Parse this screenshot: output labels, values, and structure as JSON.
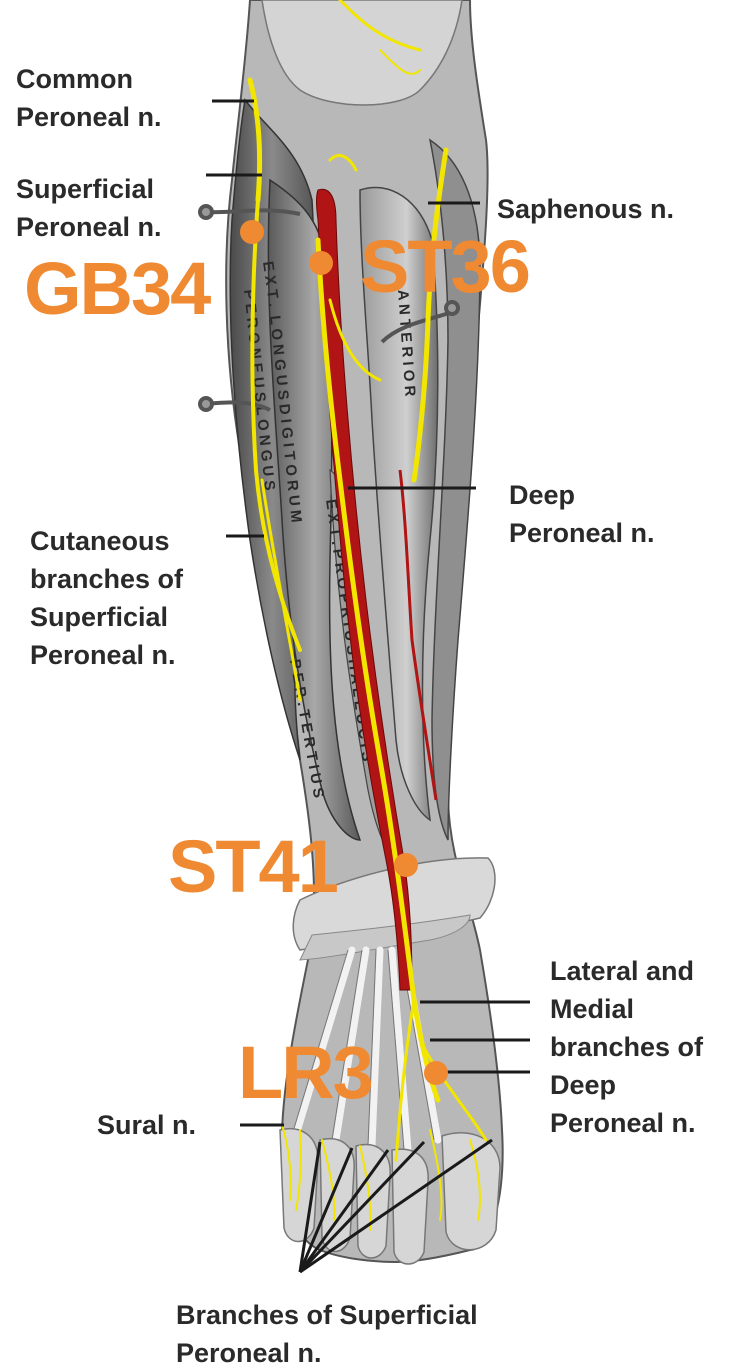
{
  "colors": {
    "nerve": "#f2e600",
    "artery": "#b01414",
    "acupoint": "#ef8a32",
    "label_text": "#2a2a2a",
    "leader_line": "#1a1a1a",
    "muscle_dark": "#6a6a6a",
    "muscle_light": "#d9d9d9"
  },
  "figure": "anterior lower leg and dorsum of foot, nerve anatomy with acupuncture points",
  "nerve_labels": {
    "common_peroneal": [
      "Common",
      "Peroneal n."
    ],
    "superficial_peroneal": [
      "Superficial",
      "Peroneal n."
    ],
    "saphenous": [
      "Saphenous n."
    ],
    "deep_peroneal": [
      "Deep",
      "Peroneal n."
    ],
    "cutaneous_branches": [
      "Cutaneous",
      "branches of",
      "Superficial",
      "Peroneal n."
    ],
    "lateral_medial_branches": [
      "Lateral and",
      "Medial",
      "branches of",
      "Deep",
      "Peroneal n."
    ],
    "sural": [
      "Sural n."
    ],
    "branches_superficial": [
      "Branches of Superficial",
      "Peroneal n."
    ]
  },
  "acupoints": [
    {
      "id": "GB34",
      "label": "GB34"
    },
    {
      "id": "ST36",
      "label": "ST36"
    },
    {
      "id": "ST41",
      "label": "ST41"
    },
    {
      "id": "LR3",
      "label": "LR3"
    }
  ]
}
